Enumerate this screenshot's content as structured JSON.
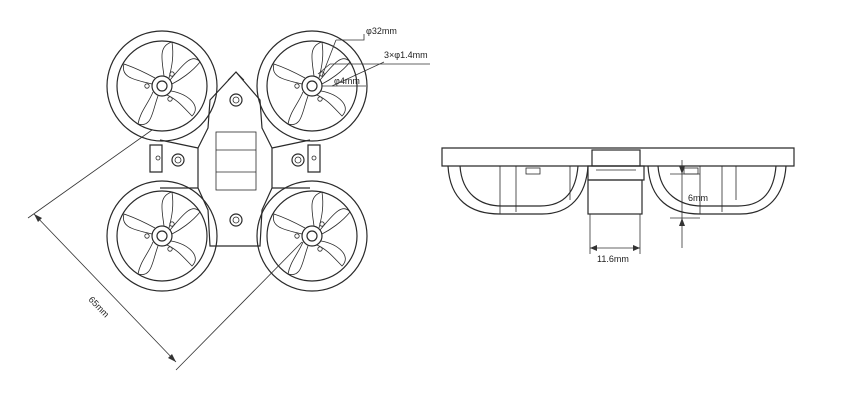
{
  "top_view": {
    "dimensions": {
      "duct_diameter": "φ32mm",
      "mount_holes": "3×φ1.4mm",
      "center_hole": "φ4mm",
      "diagonal_wheelbase": "65mm"
    }
  },
  "side_view": {
    "dimensions": {
      "width": "11.6mm",
      "height": "6mm"
    }
  },
  "colors": {
    "line": "#2a2a2a",
    "background": "#ffffff"
  }
}
